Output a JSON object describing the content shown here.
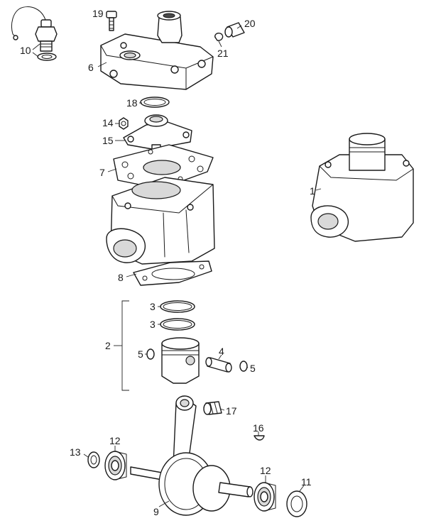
{
  "diagram": {
    "callouts": {
      "c1": "1",
      "c2": "2",
      "c3a": "3",
      "c3b": "3",
      "c4": "4",
      "c5a": "5",
      "c5b": "5",
      "c6": "6",
      "c7": "7",
      "c8": "8",
      "c9": "9",
      "c10": "10",
      "c11": "11",
      "c12a": "12",
      "c12b": "12",
      "c13": "13",
      "c14": "14",
      "c15": "15",
      "c16": "16",
      "c17": "17",
      "c18": "18",
      "c19": "19",
      "c20": "20",
      "c21": "21"
    }
  }
}
